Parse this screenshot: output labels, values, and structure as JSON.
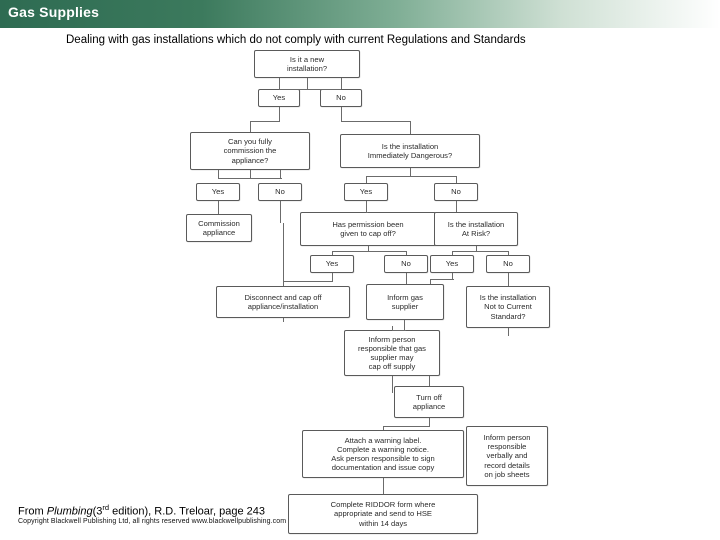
{
  "header": {
    "title": "Gas Supplies",
    "band_color": "#2e6b52"
  },
  "subtitle": "Dealing with gas installations which do not comply with current Regulations and Standards",
  "footer": {
    "source_prefix": "From ",
    "source_italic": "Plumbing",
    "source_edition": "(3",
    "source_edition_sup": "rd",
    "source_rest": " edition), R.D. Treloar, page 243",
    "copyright": "Copyright Blackwell Publishing Ltd, all rights reserved  www.blackwellpublishing.com"
  },
  "flowchart": {
    "type": "flowchart",
    "nodes": [
      {
        "id": "n1",
        "text": "Is it a new\ninstallation?"
      },
      {
        "id": "n2",
        "text": "Yes"
      },
      {
        "id": "n3",
        "text": "No"
      },
      {
        "id": "n4",
        "text": "Can you fully\ncommission the\nappliance?"
      },
      {
        "id": "n5",
        "text": "Is the installation\nImmediately Dangerous?"
      },
      {
        "id": "n6",
        "text": "Yes"
      },
      {
        "id": "n7",
        "text": "No"
      },
      {
        "id": "n8",
        "text": "Yes"
      },
      {
        "id": "n9",
        "text": "No"
      },
      {
        "id": "n10",
        "text": "Commission\nappliance"
      },
      {
        "id": "n11",
        "text": "Has permission been\ngiven to cap off?"
      },
      {
        "id": "n12",
        "text": "Is the installation\nAt Risk?"
      },
      {
        "id": "n13",
        "text": "Yes"
      },
      {
        "id": "n14",
        "text": "No"
      },
      {
        "id": "n15",
        "text": "Yes"
      },
      {
        "id": "n16",
        "text": "No"
      },
      {
        "id": "n17",
        "text": "Disconnect and cap off\nappliance/installation"
      },
      {
        "id": "n18",
        "text": "Inform gas\nsupplier"
      },
      {
        "id": "n19",
        "text": "Is the installation\nNot to Current\nStandard?"
      },
      {
        "id": "n20",
        "text": "Inform person\nresponsible that gas\nsupplier may\ncap off supply"
      },
      {
        "id": "n21",
        "text": "Turn off\nappliance"
      },
      {
        "id": "n22",
        "text": "Attach a warning label.\nComplete a warning notice.\nAsk person responsible to sign\ndocumentation and issue copy"
      },
      {
        "id": "n23",
        "text": "Inform person\nresponsible\nverbally and\nrecord details\non job sheets"
      },
      {
        "id": "n24",
        "text": "Complete RIDDOR form where\nappropriate and send to HSE\nwithin 14 days"
      }
    ]
  }
}
